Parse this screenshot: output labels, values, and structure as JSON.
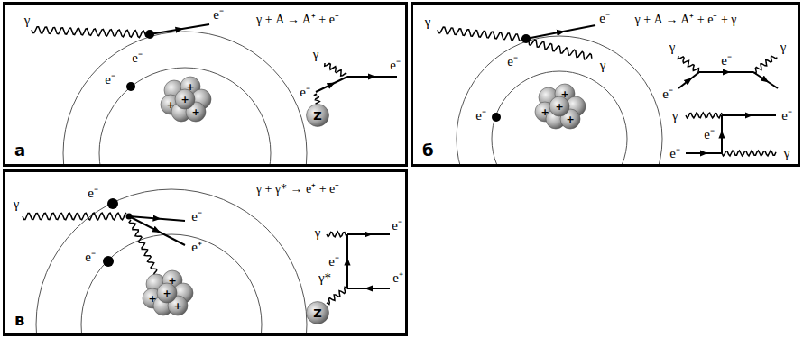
{
  "diagram": {
    "nodes": [
      {
        "text": [
          "а"
        ]
      },
      {
        "text": [
          "Z"
        ],
        "in": 0
      },
      {
        "text": [
          "б"
        ]
      },
      {
        "text": [
          "в"
        ]
      },
      {
        "text": [
          "Z"
        ],
        "in": 3
      }
    ],
    "labels": [
      "γ",
      "e⁻",
      "e⁻",
      "e⁻",
      "γ + A → A⁺ + e⁻",
      "γ",
      "e⁻",
      "e⁻",
      "+",
      "+",
      "+",
      "+",
      "γ",
      "e⁻",
      "e⁻",
      "γ",
      "e⁻",
      "γ + A → A⁺ + e⁻ + γ",
      "γ",
      "e⁻",
      "γ",
      "e⁻",
      "γ",
      "e⁻",
      "e⁻",
      "e⁻",
      "γ",
      "+",
      "+",
      "+",
      "+",
      "γ",
      "e⁻",
      "e⁻",
      "e⁺",
      "e⁻",
      "γ + γ* → e⁺ + e⁻",
      "γ",
      "e⁻",
      "e⁻",
      "γ*",
      "e⁺",
      "+",
      "+",
      "+",
      "+"
    ]
  }
}
